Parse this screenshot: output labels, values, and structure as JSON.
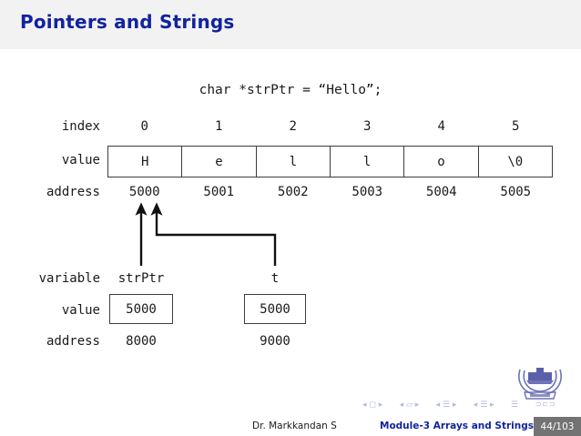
{
  "slide": {
    "title": "Pointers and Strings",
    "code_line": "char *strPtr = “Hello”;",
    "title_color": "#12239e",
    "title_bar_color": "#f2f2f2"
  },
  "array_diagram": {
    "labels": {
      "index": "index",
      "value": "value",
      "address": "address"
    },
    "indices": [
      "0",
      "1",
      "2",
      "3",
      "4",
      "5"
    ],
    "values": [
      "H",
      "e",
      "l",
      "l",
      "o",
      "\\0"
    ],
    "addresses": [
      "5000",
      "5001",
      "5002",
      "5003",
      "5004",
      "5005"
    ]
  },
  "variable_diagram": {
    "labels": {
      "variable": "variable",
      "value": "value",
      "address": "address"
    },
    "vars": [
      {
        "name": "strPtr",
        "value": "5000",
        "address": "8000"
      },
      {
        "name": "t",
        "value": "5000",
        "address": "9000"
      }
    ]
  },
  "footer": {
    "author": "Dr. Markkandan S",
    "section": "Module-3  Arrays and Strings",
    "page": "44/103",
    "page_badge_color": "#737373",
    "nav_color": "#b3b9e0"
  }
}
